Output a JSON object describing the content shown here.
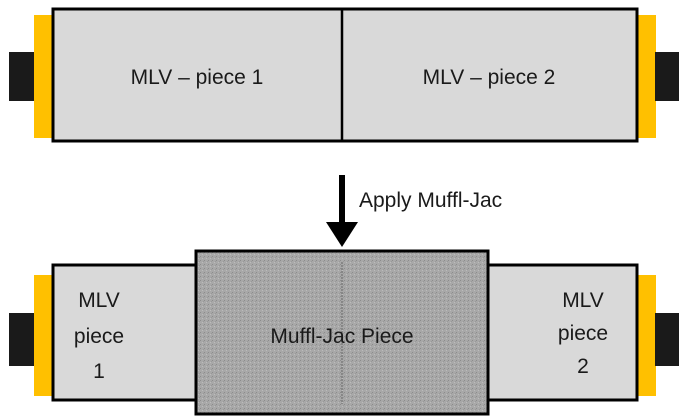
{
  "top_assembly": {
    "piece_1_label": "MLV – piece 1",
    "piece_2_label": "MLV – piece 2"
  },
  "arrow": {
    "label": "Apply Muffl-Jac"
  },
  "bottom_assembly": {
    "left_piece_lines": [
      "MLV",
      "piece",
      "1"
    ],
    "center_label": "Muffl-Jac Piece",
    "right_piece_lines": [
      "MLV",
      "piece",
      "2"
    ]
  },
  "colors": {
    "flange": "#FFC000",
    "stub": "#1a1a1a",
    "mlv_fill": "#d9d9d9",
    "jacket_fill": "#a6a6a6",
    "outline": "#000000"
  }
}
